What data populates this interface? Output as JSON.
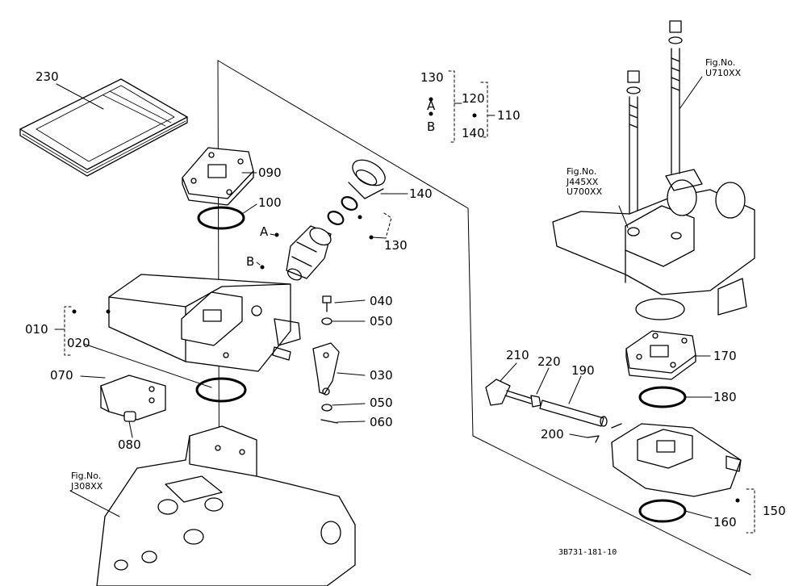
{
  "labels": {
    "p230": "230",
    "p090": "090",
    "p100": "100",
    "p140": "140",
    "p130": "130",
    "pA": "A",
    "pB": "B",
    "p010": "010",
    "p020": "020",
    "p040": "040",
    "p050a": "050",
    "p030": "030",
    "p070": "070",
    "p050b": "050",
    "p060": "060",
    "p080": "080",
    "p170": "170",
    "p180": "180",
    "p210": "210",
    "p220": "220",
    "p190": "190",
    "p200": "200",
    "p150": "150",
    "p160": "160"
  },
  "group_key": {
    "k130": "130",
    "kA": "A",
    "kB": "B",
    "k120": "120",
    "k140": "140",
    "k110": "110"
  },
  "fig_refs": {
    "u710_title": "Fig.No.",
    "u710_code": "U710XX",
    "j445_title": "Fig.No.",
    "j445_code1": "J445XX",
    "j445_code2": "U700XX",
    "j308_title": "Fig.No.",
    "j308_code": "J308XX"
  },
  "drawing_code": "3B731-181-10"
}
